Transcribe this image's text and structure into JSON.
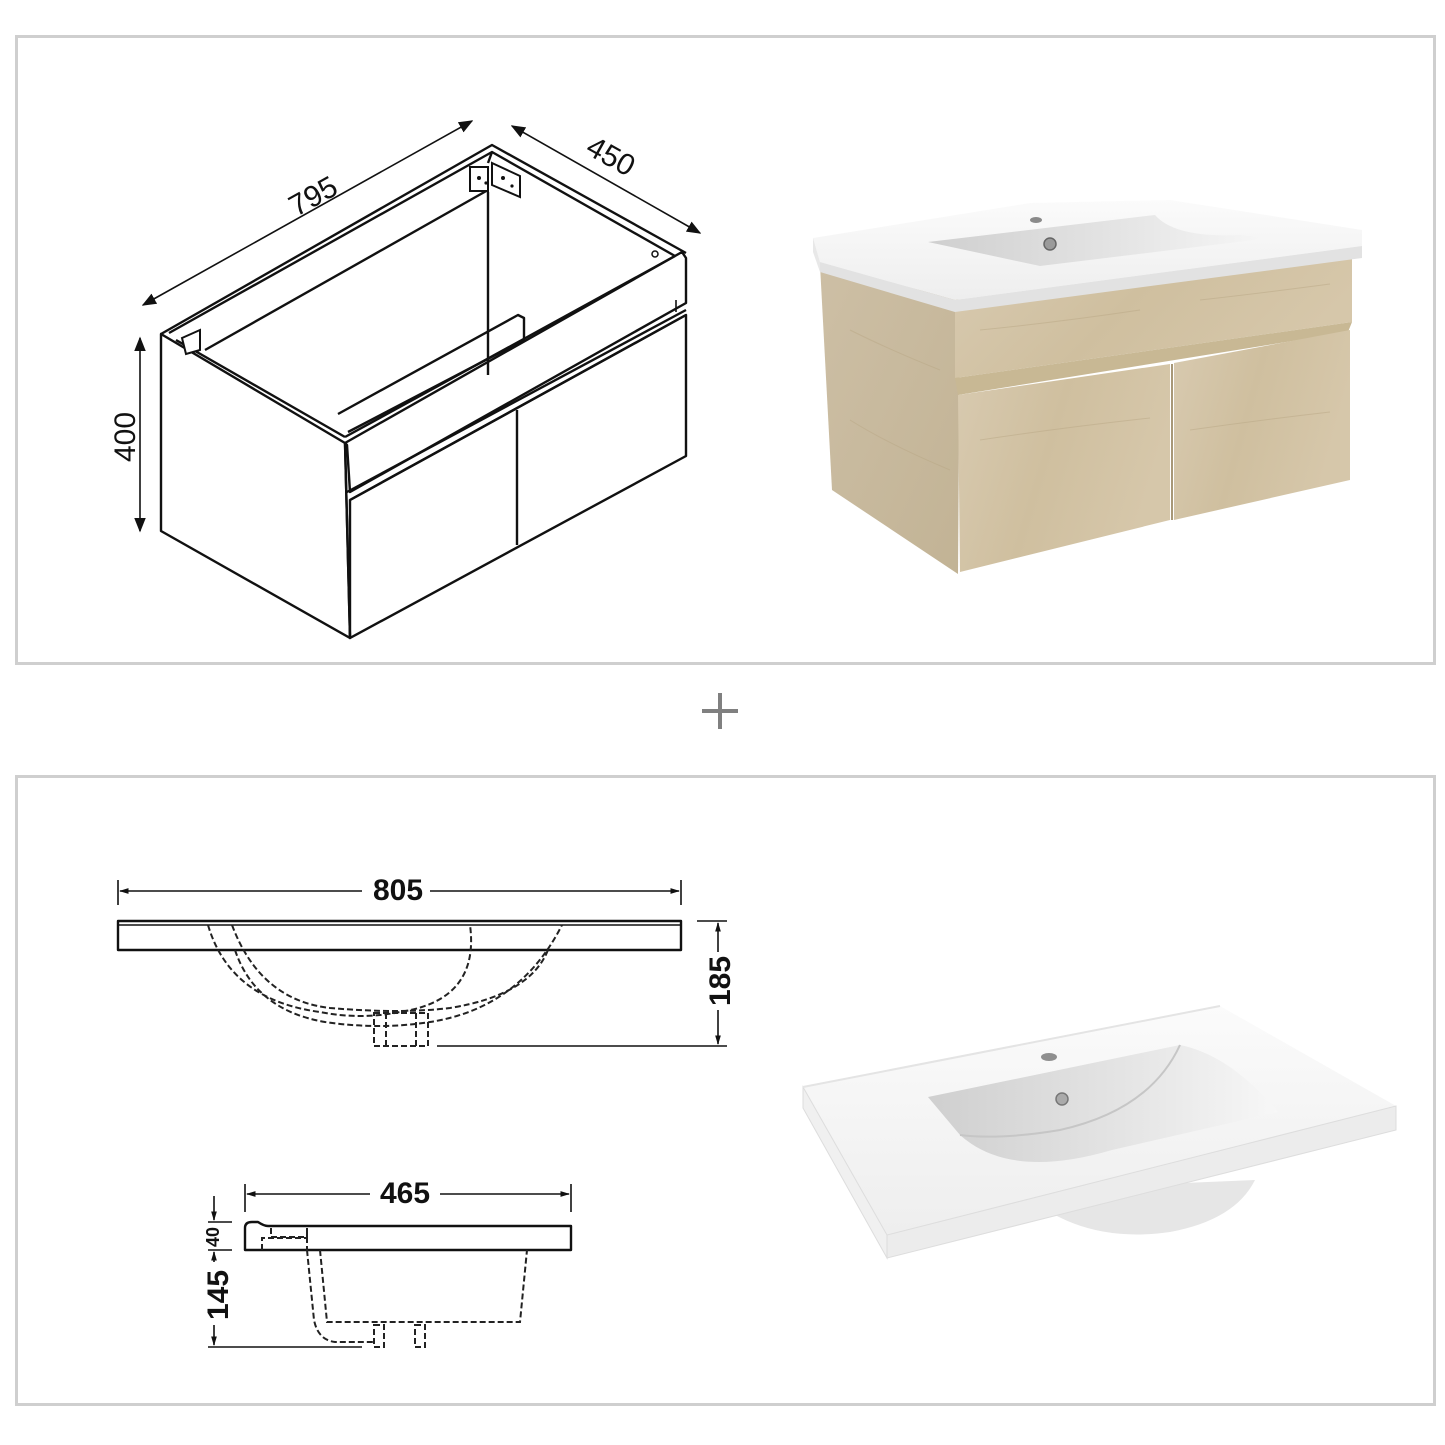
{
  "cabinet_drawing": {
    "width_label": "795",
    "depth_label": "450",
    "height_label": "400"
  },
  "basin_front_drawing": {
    "width_label": "805",
    "height_label": "185"
  },
  "basin_side_drawing": {
    "depth_label": "465",
    "rim_height_label": "40",
    "bowl_height_label": "145"
  },
  "separator": {
    "icon": "plus-icon"
  },
  "colors": {
    "frame_border": "#cfcfcf",
    "plus": "#808080",
    "line": "#111111",
    "wood_light": "#d6c8ad",
    "wood_mid": "#cbbb9c",
    "wood_dark": "#bfae90",
    "ceramic": "#f4f4f4",
    "ceramic_shadow": "#d9d9d9"
  }
}
